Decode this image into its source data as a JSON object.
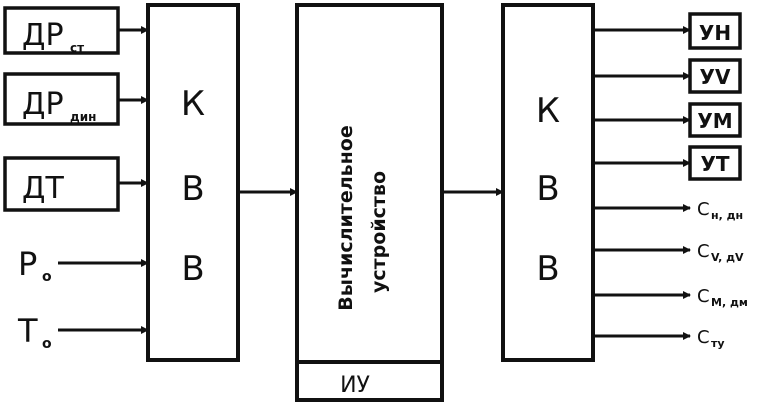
{
  "diagram": {
    "inputs": {
      "dp_st": {
        "main": "ДР",
        "sub": "ст"
      },
      "dp_din": {
        "main": "ДР",
        "sub": "дин"
      },
      "dt": {
        "main": "ДТ"
      },
      "p0": {
        "main": "Р",
        "sub": "о"
      },
      "t0": {
        "main": "Т",
        "sub": "о"
      }
    },
    "kvv_left": {
      "line1": "К",
      "line2": "В",
      "line3": "В"
    },
    "computer": {
      "label_line1": "Вычислительное",
      "label_line2": "устройство",
      "bottom_label": "ИУ"
    },
    "kvv_right": {
      "line1": "К",
      "line2": "В",
      "line3": "В"
    },
    "outputs": {
      "indicators": [
        "УН",
        "УV",
        "УМ",
        "УТ"
      ],
      "signals": [
        {
          "main": "С",
          "sub": "н, дн"
        },
        {
          "main": "С",
          "sub": "V, дV"
        },
        {
          "main": "С",
          "sub": "М, дм"
        },
        {
          "main": "С",
          "sub": "ту"
        }
      ]
    }
  }
}
